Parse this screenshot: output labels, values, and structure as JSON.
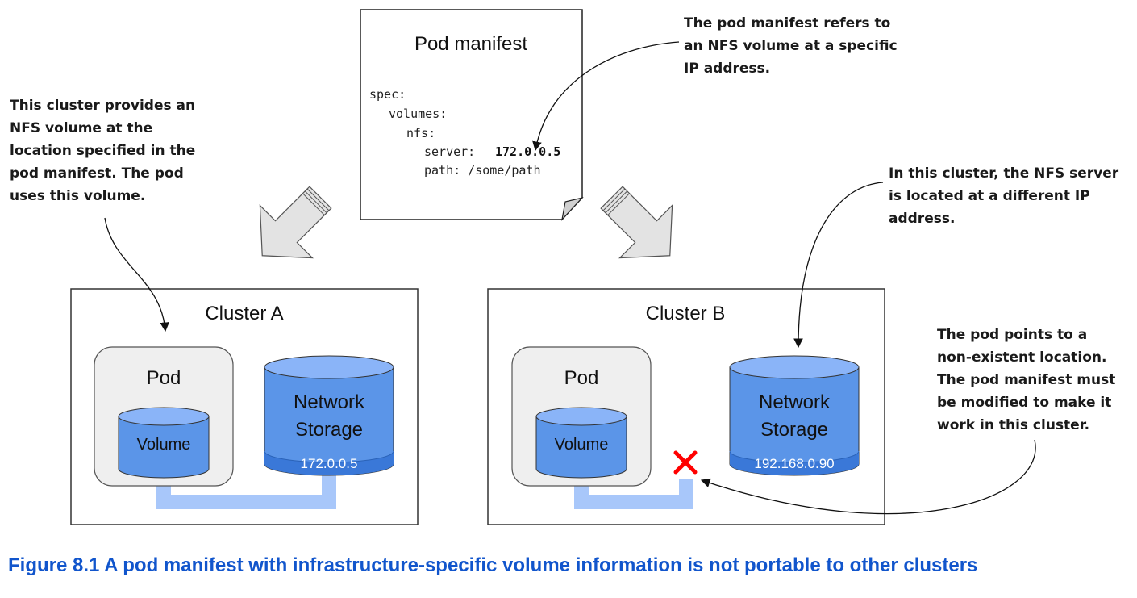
{
  "manifest": {
    "title": "Pod manifest",
    "lines": [
      "spec:",
      "volumes:",
      "nfs:",
      "server:",
      "path: /some/path"
    ],
    "server_ip": "172.0.0.5"
  },
  "callouts": {
    "top_right": [
      "The pod manifest refers to",
      "an NFS volume at a specific",
      "IP address."
    ],
    "left": [
      "This cluster provides an",
      "NFS volume at the",
      "location specified in the",
      "pod manifest. The pod",
      "uses this volume."
    ],
    "right_top": [
      "In this cluster, the NFS server",
      "is located at a different IP",
      "address."
    ],
    "right_bottom": [
      "The pod points to a",
      "non-existent location.",
      "The pod manifest must",
      "be modified to make it",
      "work in this cluster."
    ]
  },
  "cluster_a": {
    "title": "Cluster A",
    "pod_label": "Pod",
    "volume_label": "Volume",
    "storage_lines": [
      "Network",
      "Storage"
    ],
    "storage_ip": "172.0.0.5"
  },
  "cluster_b": {
    "title": "Cluster B",
    "pod_label": "Pod",
    "volume_label": "Volume",
    "storage_lines": [
      "Network",
      "Storage"
    ],
    "storage_ip": "192.168.0.90"
  },
  "caption": "Figure 8.1 A pod manifest with infrastructure-specific volume information is not portable to other clusters",
  "colors": {
    "caption": "#1155cc",
    "cylinder_top": "#8ab4f8",
    "cylinder_body": "#5b95e8",
    "cylinder_band": "#3a78d8",
    "connector": "#a8c7fa",
    "pod_fill": "#efefef",
    "arrow_fill": "#e3e3e3",
    "error_x": "#ff0000"
  }
}
